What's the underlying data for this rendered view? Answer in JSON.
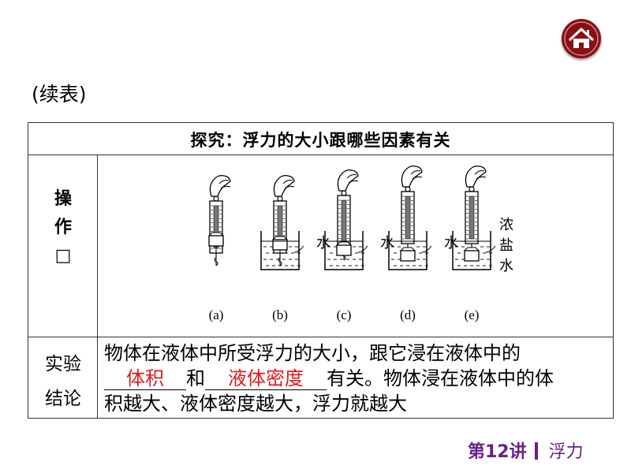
{
  "nav": {
    "home_icon": "home-icon"
  },
  "subtitle": "(续表)",
  "table": {
    "header": "探究：浮力的大小跟哪些因素有关",
    "operation": {
      "label_chars": [
        "操",
        "作",
        "□"
      ],
      "panels": [
        {
          "label": "(a)",
          "liquid": ""
        },
        {
          "label": "(b)",
          "liquid": "水"
        },
        {
          "label": "(c)",
          "liquid": "水"
        },
        {
          "label": "(d)",
          "liquid": "水"
        },
        {
          "label": "(e)",
          "liquid": "浓盐水"
        }
      ],
      "saltwater_chars": [
        "浓",
        "盐",
        "水"
      ]
    },
    "conclusion": {
      "label_lines": [
        "实验",
        "结论"
      ],
      "line1": "物体在液体中所受浮力的大小，跟它浸在液体中的",
      "blank1": "体积",
      "connector": "和",
      "blank2": "液体密度",
      "line2_tail": "有关。物体浸在液体中的体",
      "line3": "积越大、液体密度越大，浮力就越大"
    }
  },
  "footer": {
    "lecture": "第12讲",
    "topic": "浮力"
  },
  "colors": {
    "answer": "#e0191c",
    "footer": "#6a1f8a",
    "home_button": "#8a0f14"
  }
}
